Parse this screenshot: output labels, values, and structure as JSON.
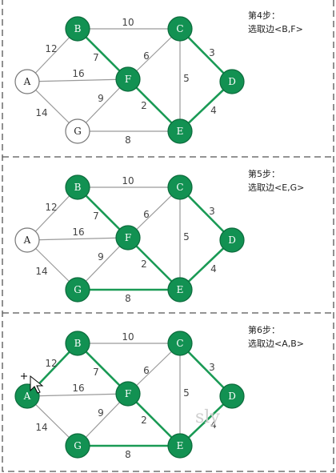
{
  "colors": {
    "selected": "#1a9a55",
    "node_green": "#129152",
    "edge_gray": "#9a9a9a"
  },
  "nodes": [
    "A",
    "B",
    "C",
    "D",
    "E",
    "F",
    "G"
  ],
  "edges": [
    {
      "u": "A",
      "v": "B",
      "w": "12"
    },
    {
      "u": "A",
      "v": "F",
      "w": "16"
    },
    {
      "u": "A",
      "v": "G",
      "w": "14"
    },
    {
      "u": "B",
      "v": "C",
      "w": "10"
    },
    {
      "u": "B",
      "v": "F",
      "w": "7"
    },
    {
      "u": "C",
      "v": "F",
      "w": "6"
    },
    {
      "u": "C",
      "v": "D",
      "w": "3"
    },
    {
      "u": "C",
      "v": "E",
      "w": "5"
    },
    {
      "u": "F",
      "v": "G",
      "w": "9"
    },
    {
      "u": "F",
      "v": "E",
      "w": "2"
    },
    {
      "u": "G",
      "v": "E",
      "w": "8"
    },
    {
      "u": "D",
      "v": "E",
      "w": "4"
    }
  ],
  "panels": [
    {
      "step_title": "第4步：",
      "step_desc": "选取边<B,F>",
      "green_nodes": [
        "B",
        "C",
        "D",
        "E",
        "F"
      ],
      "selected_edges": [
        "B-F",
        "C-D",
        "D-E",
        "F-E"
      ]
    },
    {
      "step_title": "第5步：",
      "step_desc": "选取边<E,G>",
      "green_nodes": [
        "B",
        "C",
        "D",
        "E",
        "F",
        "G"
      ],
      "selected_edges": [
        "B-F",
        "C-D",
        "D-E",
        "F-E",
        "G-E"
      ]
    },
    {
      "step_title": "第6步：",
      "step_desc": "选取边<A,B>",
      "green_nodes": [
        "A",
        "B",
        "C",
        "D",
        "E",
        "F",
        "G"
      ],
      "selected_edges": [
        "A-B",
        "B-F",
        "C-D",
        "D-E",
        "F-E",
        "G-E"
      ]
    }
  ],
  "watermark": "sly",
  "cursor_icon": "cursor-arrow-icon"
}
